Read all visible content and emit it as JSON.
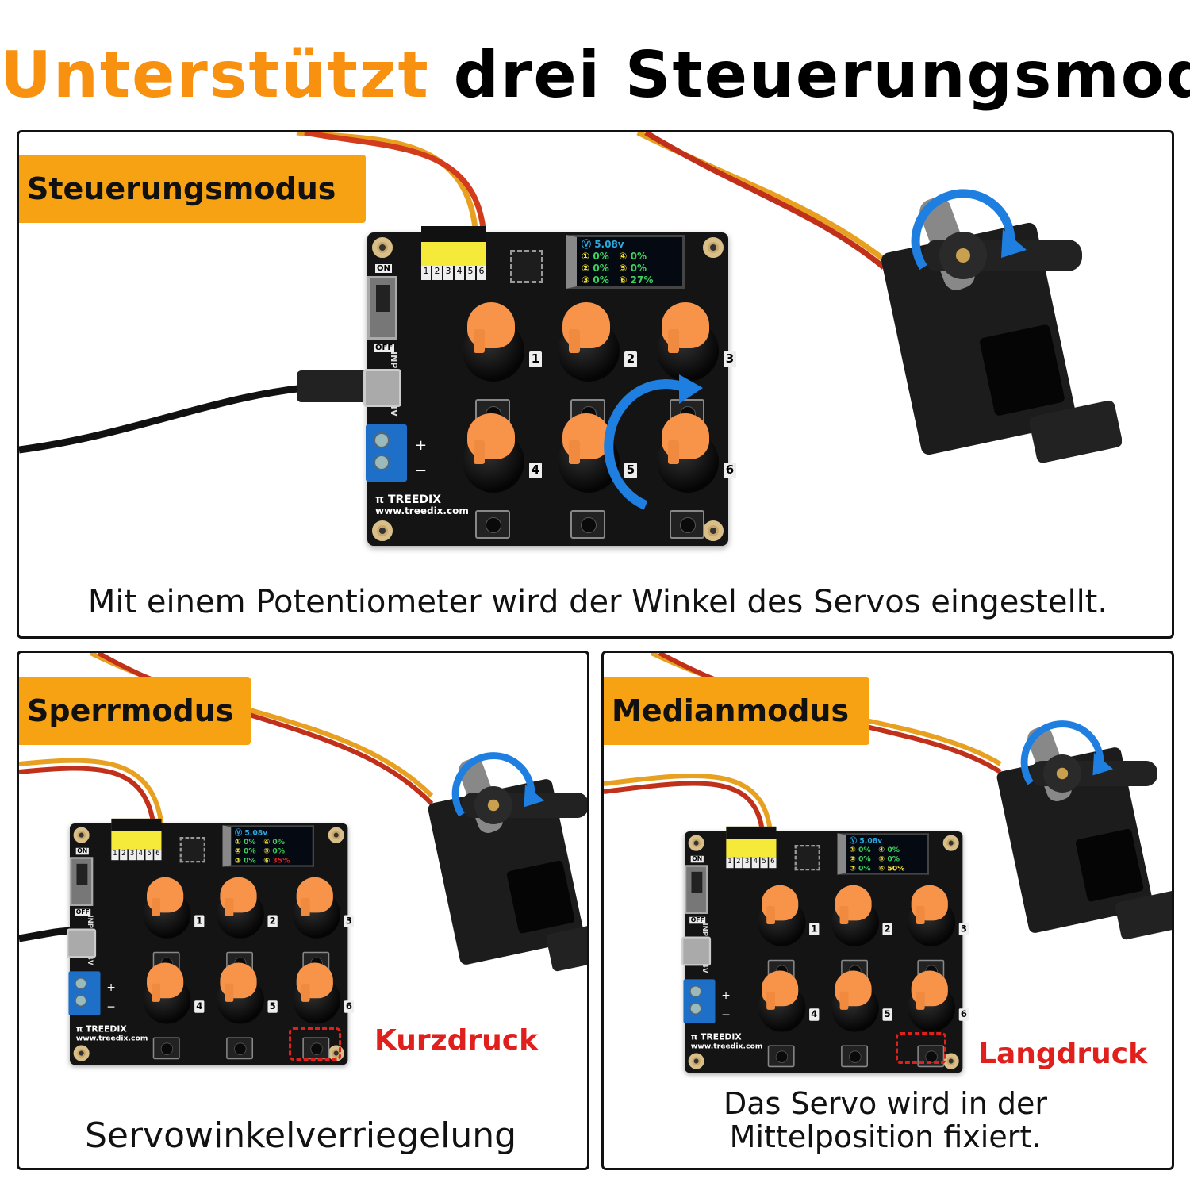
{
  "headline": {
    "accent": "Unterstützt",
    "rest": "drei Steuerungsmodi"
  },
  "colors": {
    "accent": "#f7910f",
    "tag_bg": "#f7a212",
    "press": "#e0201c",
    "arrow": "#1e7fe0"
  },
  "board": {
    "brand": "TREEDIX",
    "url": "www.treedix.com",
    "input_label": "INPUT:5-8.4V",
    "switch_on": "ON",
    "switch_off": "OFF",
    "header_numbers": [
      "1",
      "2",
      "3",
      "4",
      "5",
      "6"
    ],
    "knob_numbers": [
      "1",
      "2",
      "3",
      "4",
      "5",
      "6"
    ]
  },
  "panels": [
    {
      "title": "Steuerungsmodus",
      "caption": "Mit einem Potentiometer wird der Winkel des Servos eingestellt.",
      "screen": {
        "voltage": "5.08v",
        "values": [
          "0%",
          "0%",
          "0%",
          "0%",
          "0%",
          "27%"
        ],
        "ch6_color": "#3ed15c"
      }
    },
    {
      "title": "Sperrmodus",
      "caption": "Servowinkelverriegelung",
      "press": "Kurzdruck",
      "screen": {
        "voltage": "5.08v",
        "values": [
          "0%",
          "0%",
          "0%",
          "0%",
          "0%",
          "35%"
        ],
        "ch6_color": "#e0201c"
      }
    },
    {
      "title": "Medianmodus",
      "caption_line1": "Das Servo wird in der",
      "caption_line2": "Mittelposition fixiert.",
      "press": "Langdruck",
      "screen": {
        "voltage": "5.08v",
        "values": [
          "0%",
          "0%",
          "0%",
          "0%",
          "0%",
          "50%"
        ],
        "ch6_color": "#f4e33a"
      }
    }
  ]
}
